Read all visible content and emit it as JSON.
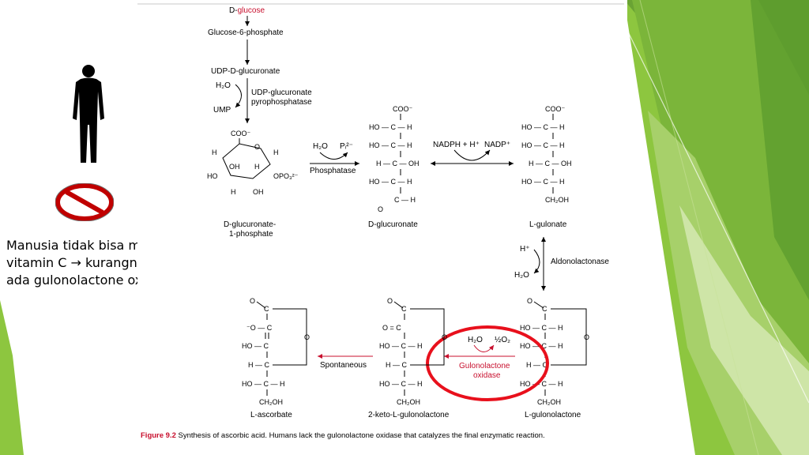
{
  "caption": {
    "line1": "Manusia tidak bisa mensistesa",
    "line2": "vitamin C → kurangnya/tidak",
    "line3": "ada gulonolactone oxidase."
  },
  "icons": {
    "human": "human-silhouette-icon",
    "prohibited": "no-entry-icon"
  },
  "colors": {
    "accent_red": "#e3051b",
    "highlight_circle": "#e8101c",
    "green_dark": "#5a9a2c",
    "green_light": "#8dc63f",
    "green_pale": "#d8eab6"
  },
  "figure": {
    "caption_label": "Figure 9.2",
    "caption_text": "Synthesis of ascorbic acid. Humans lack the gulonolactone oxidase that catalyzes the final enzymatic reaction."
  },
  "pathway": {
    "d_glucose_prefix": "D-",
    "d_glucose_name": "glucose",
    "glucose_6_phosphate": "Glucose-6-phosphate",
    "udp_d_glucuronate": "UDP-D-glucuronate",
    "h2o": "H₂O",
    "ump": "UMP",
    "enzyme_udp_line1": "UDP-glucuronate",
    "enzyme_udp_line2": "pyrophosphatase",
    "d_glucuronate_1p_line1": "D-glucuronate-",
    "d_glucuronate_1p_line2": "1-phosphate",
    "phosphatase": "Phosphatase",
    "pi": "Pᵢ²⁻",
    "d_glucuronate": "D-glucuronate",
    "nadph": "NADPH + H⁺",
    "nadp": "NADP⁺",
    "l_gulonate": "L-gulonate",
    "aldonolactonase": "Aldonolactonase",
    "h_plus": "H⁺",
    "l_gulonolactone": "L-gulonolactone",
    "gulonolactone_oxidase_line1": "Gulonolactone",
    "gulonolactone_oxidase_line2": "oxidase",
    "half_o2": "½O₂",
    "keto_l_gulonolactone": "2-keto-L-gulonolactone",
    "spontaneous": "Spontaneous",
    "l_ascorbate": "L-ascorbate"
  }
}
